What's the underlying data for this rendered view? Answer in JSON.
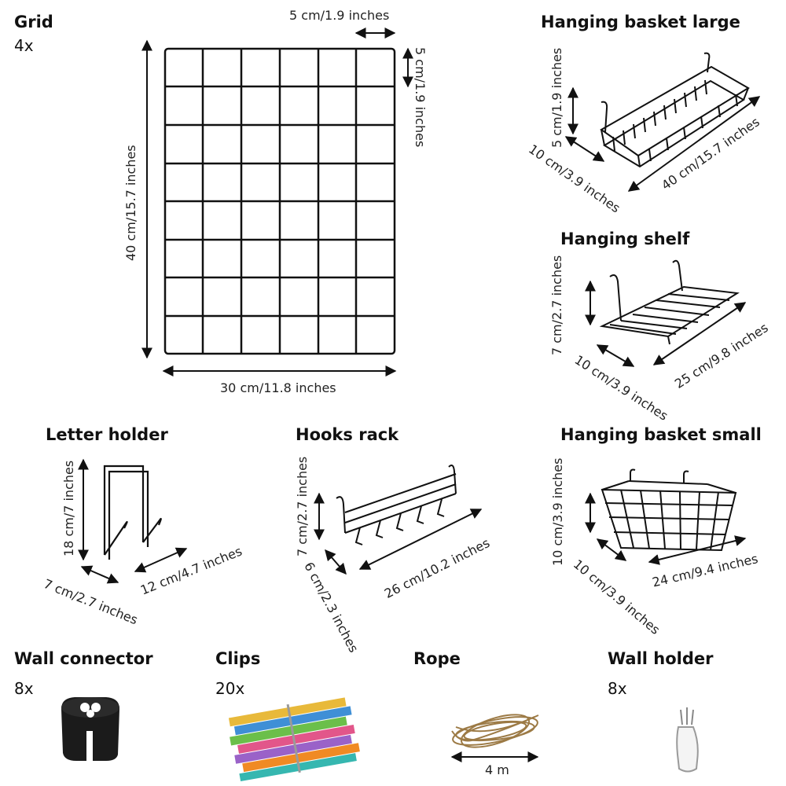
{
  "grid": {
    "title": "Grid",
    "qty": "4x",
    "cell_w": "5 cm/1.9 inches",
    "cell_h": "5 cm/1.9 inches",
    "height": "40 cm/15.7 inches",
    "width": "30 cm/11.8 inches"
  },
  "basket_large": {
    "title": "Hanging basket large",
    "height": "5 cm/1.9 inches",
    "depth": "10 cm/3.9 inches",
    "length": "40 cm/15.7 inches"
  },
  "shelf": {
    "title": "Hanging shelf",
    "height": "7 cm/2.7 inches",
    "depth": "10 cm/3.9 inches",
    "length": "25 cm/9.8 inches"
  },
  "letter_holder": {
    "title": "Letter holder",
    "height": "18 cm/7 inches",
    "depth": "7 cm/2.7 inches",
    "length": "12 cm/4.7 inches"
  },
  "hooks_rack": {
    "title": "Hooks rack",
    "height": "7 cm/2.7 inches",
    "depth": "6 cm/2.3 inches",
    "length": "26 cm/10.2 inches"
  },
  "basket_small": {
    "title": "Hanging basket small",
    "height": "10 cm/3.9 inches",
    "depth": "10 cm/3.9 inches",
    "length": "24 cm/9.4 inches"
  },
  "wall_connector": {
    "title": "Wall connector",
    "qty": "8x"
  },
  "clips": {
    "title": "Clips",
    "qty": "20x"
  },
  "rope": {
    "title": "Rope",
    "length": "4 m"
  },
  "wall_holder": {
    "title": "Wall holder",
    "qty": "8x"
  }
}
